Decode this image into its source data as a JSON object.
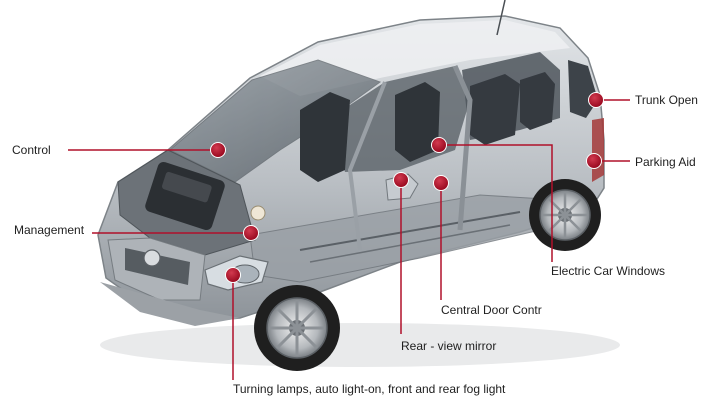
{
  "colors": {
    "accent": "#b0102a",
    "body": "#c4c8cc",
    "glass": "#6f7880",
    "interior": "#3a3f45",
    "tire": "#1f1f1f"
  },
  "icons": {
    "marker": "red-dot-icon",
    "vehicle": "car-cutaway-illustration"
  },
  "labels": {
    "control": "Control",
    "management": "Management",
    "trunk_open": "Trunk Open",
    "parking_aid": "Parking Aid",
    "electric_windows": "Electric Car Windows",
    "central_door": "Central Door Contr",
    "rear_mirror": "Rear - view mirror",
    "turning_lamps": "Turning lamps, auto light-on, front and rear fog light"
  }
}
